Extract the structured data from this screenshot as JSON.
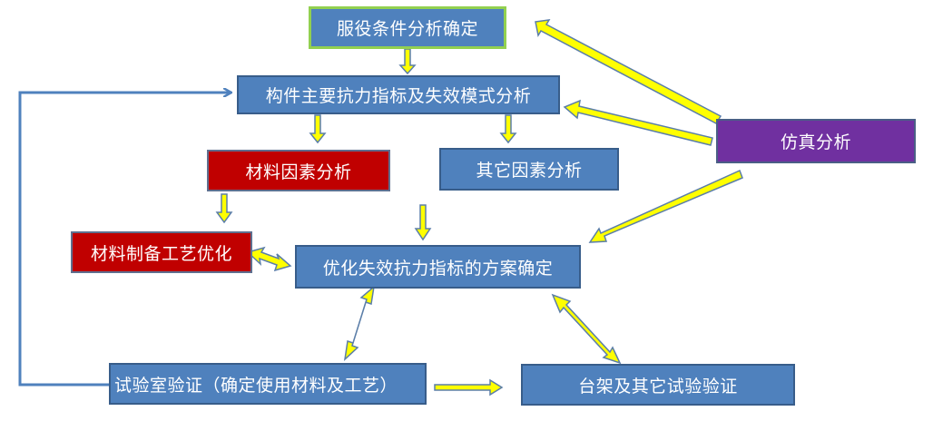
{
  "diagram": {
    "nodes": {
      "service": {
        "label": "服役条件分析确定"
      },
      "main": {
        "label": "构件主要抗力指标及失效模式分析"
      },
      "material_factor": {
        "label": "材料因素分析"
      },
      "other_factor": {
        "label": "其它因素分析"
      },
      "material_prep": {
        "label": "材料制备工艺优化"
      },
      "optimize": {
        "label": "优化失效抗力指标的方案确定"
      },
      "simulation": {
        "label": "仿真分析"
      },
      "lab": {
        "label": "试验室验证（确定使用材料及工艺）"
      },
      "bench": {
        "label": "台架及其它试验验证"
      }
    },
    "colors": {
      "blue_fill": "#4f81bd",
      "red_fill": "#c00000",
      "purple_fill": "#7030a0",
      "green_border": "#92d050",
      "arrow_fill": "#ffff00",
      "arrow_outline": "#5b7ea8",
      "feedback_line": "#4f81bd"
    }
  }
}
